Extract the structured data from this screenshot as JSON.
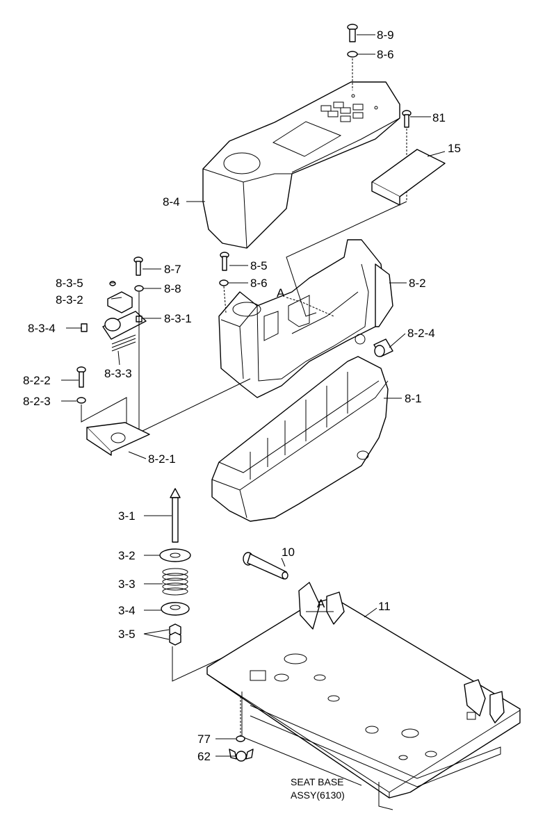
{
  "labels": {
    "l_8_9": "8-9",
    "l_8_6a": "8-6",
    "l_81": "81",
    "l_15": "15",
    "l_8_4": "8-4",
    "l_8_7": "8-7",
    "l_8_5": "8-5",
    "l_8_3_5": "8-3-5",
    "l_8_8": "8-8",
    "l_8_6b": "8-6",
    "l_8_2": "8-2",
    "l_8_3_2": "8-3-2",
    "l_8_3_1": "8-3-1",
    "l_8_3_4": "8-3-4",
    "l_8_2_4": "8-2-4",
    "l_8_3_3": "8-3-3",
    "l_8_2_2": "8-2-2",
    "l_8_1": "8-1",
    "l_8_2_3": "8-2-3",
    "l_8_2_1": "8-2-1",
    "l_3_1": "3-1",
    "l_3_2": "3-2",
    "l_10": "10",
    "l_3_3": "3-3",
    "l_3_4": "3-4",
    "l_11": "11",
    "l_3_5": "3-5",
    "l_77": "77",
    "l_62": "62",
    "ref_a1": "A",
    "ref_a2": "A"
  },
  "caption": {
    "line1": "SEAT BASE",
    "line2": "ASSY(6130)"
  }
}
